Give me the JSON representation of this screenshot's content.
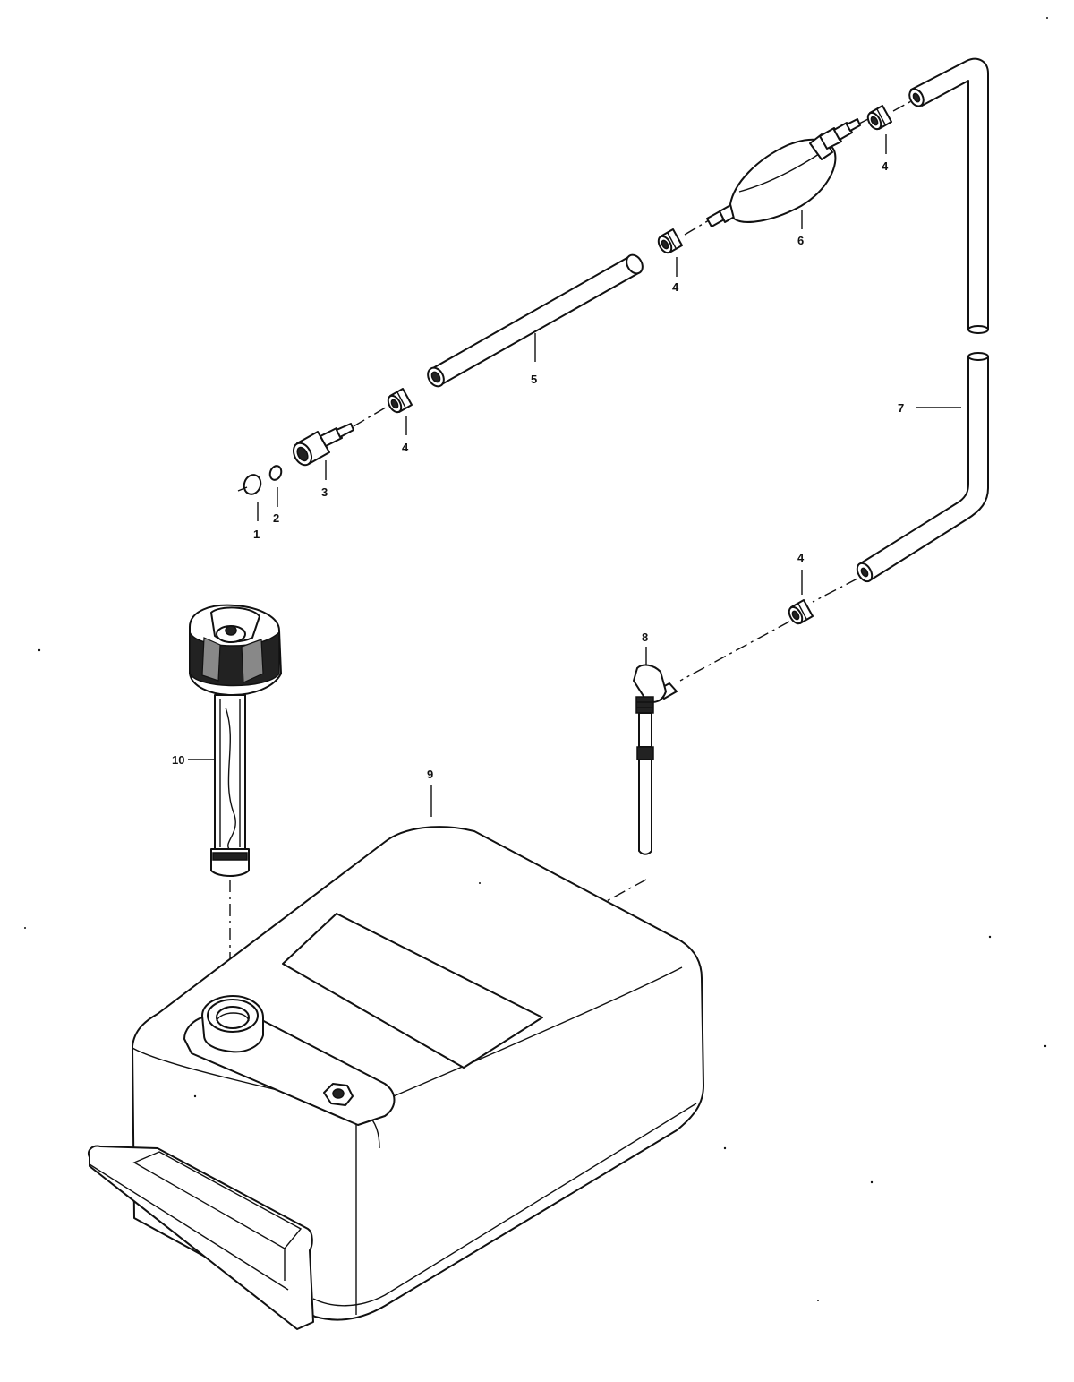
{
  "labels": {
    "l1": "1",
    "l2": "2",
    "l3": "3",
    "l4a": "4",
    "l4b": "4",
    "l4c": "4",
    "l4d": "4",
    "l5": "5",
    "l6": "6",
    "l7": "7",
    "l8": "8",
    "l9": "9",
    "l10": "10"
  },
  "colors": {
    "ink": "#111111",
    "paper": "#ffffff"
  }
}
